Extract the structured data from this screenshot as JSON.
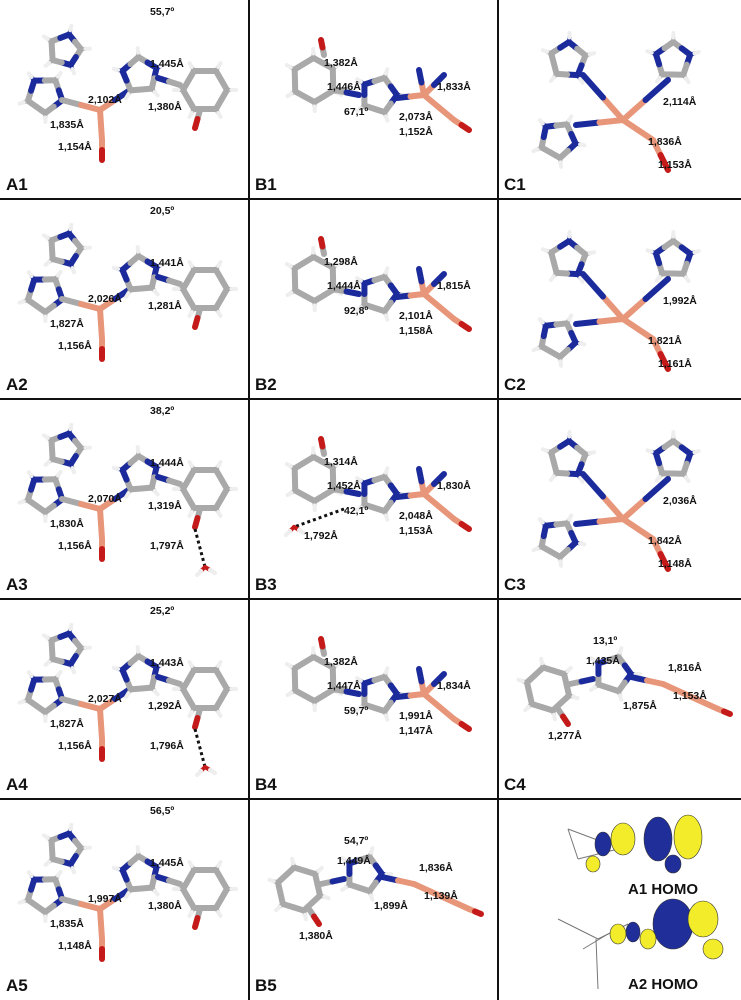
{
  "panels": [
    {
      "id": "A1",
      "label": "A1",
      "row": 0,
      "col": 0,
      "shape": "A",
      "labels": [
        "55,7º",
        "2,102Å",
        "1,445Å",
        "1,380Å",
        "1,835Å",
        "1,154Å"
      ]
    },
    {
      "id": "B1",
      "label": "B1",
      "row": 0,
      "col": 1,
      "shape": "B",
      "labels": [
        "1,382Å",
        "1,446Å",
        "67,1º",
        "2,073Å",
        "1,833Å",
        "1,152Å"
      ]
    },
    {
      "id": "C1",
      "label": "C1",
      "row": 0,
      "col": 2,
      "shape": "C",
      "labels": [
        "2,114Å",
        "1,836Å",
        "1,153Å"
      ]
    },
    {
      "id": "A2",
      "label": "A2",
      "row": 1,
      "col": 0,
      "shape": "A",
      "labels": [
        "20,5º",
        "2,026Å",
        "1,441Å",
        "1,281Å",
        "1,827Å",
        "1,156Å"
      ]
    },
    {
      "id": "B2",
      "label": "B2",
      "row": 1,
      "col": 1,
      "shape": "B",
      "labels": [
        "1,298Å",
        "1,444Å",
        "92,8º",
        "2,101Å",
        "1,815Å",
        "1,158Å"
      ]
    },
    {
      "id": "C2",
      "label": "C2",
      "row": 1,
      "col": 2,
      "shape": "C",
      "labels": [
        "1,992Å",
        "1,821Å",
        "1,161Å"
      ]
    },
    {
      "id": "A3",
      "label": "A3",
      "row": 2,
      "col": 0,
      "shape": "A",
      "labels": [
        "38,2º",
        "2,070Å",
        "1,444Å",
        "1,319Å",
        "1,830Å",
        "1,156Å",
        "1,797Å"
      ]
    },
    {
      "id": "B3",
      "label": "B3",
      "row": 2,
      "col": 1,
      "shape": "B",
      "labels": [
        "1,314Å",
        "1,452Å",
        "42,1º",
        "2,048Å",
        "1,830Å",
        "1,153Å",
        "1,792Å"
      ]
    },
    {
      "id": "C3",
      "label": "C3",
      "row": 2,
      "col": 2,
      "shape": "C",
      "labels": [
        "2,036Å",
        "1,842Å",
        "1,148Å"
      ]
    },
    {
      "id": "A4",
      "label": "A4",
      "row": 3,
      "col": 0,
      "shape": "A",
      "labels": [
        "25,2º",
        "2,027Å",
        "1,443Å",
        "1,292Å",
        "1,827Å",
        "1,156Å",
        "1,796Å"
      ]
    },
    {
      "id": "B4",
      "label": "B4",
      "row": 3,
      "col": 1,
      "shape": "B",
      "labels": [
        "1,382Å",
        "1,447Å",
        "59,7º",
        "1,991Å",
        "1,834Å",
        "1,147Å"
      ]
    },
    {
      "id": "C4",
      "label": "C4",
      "row": 3,
      "col": 2,
      "shape": "L",
      "labels": [
        "13,1º",
        "1,435Å",
        "1,875Å",
        "1,816Å",
        "1,153Å",
        "1,277Å"
      ]
    },
    {
      "id": "A5",
      "label": "A5",
      "row": 4,
      "col": 0,
      "shape": "A",
      "labels": [
        "56,5º",
        "1,997Å",
        "1,445Å",
        "1,380Å",
        "1,835Å",
        "1,148Å"
      ]
    },
    {
      "id": "B5",
      "label": "B5",
      "row": 4,
      "col": 1,
      "shape": "L",
      "labels": [
        "54,7º",
        "1,449Å",
        "1,899Å",
        "1,836Å",
        "1,139Å",
        "1,380Å"
      ]
    }
  ],
  "homo": {
    "top_label": "A1 HOMO",
    "bottom_label": "A2 HOMO"
  },
  "colors": {
    "carbon": "#a9a9a9",
    "hydrogen": "#eeeeee",
    "nitrogen": "#1c2b9c",
    "oxygen": "#c41a1a",
    "metal": "#e8967a",
    "orbital_yellow": "#f2ec2a",
    "orbital_blue": "#1f2e98"
  }
}
